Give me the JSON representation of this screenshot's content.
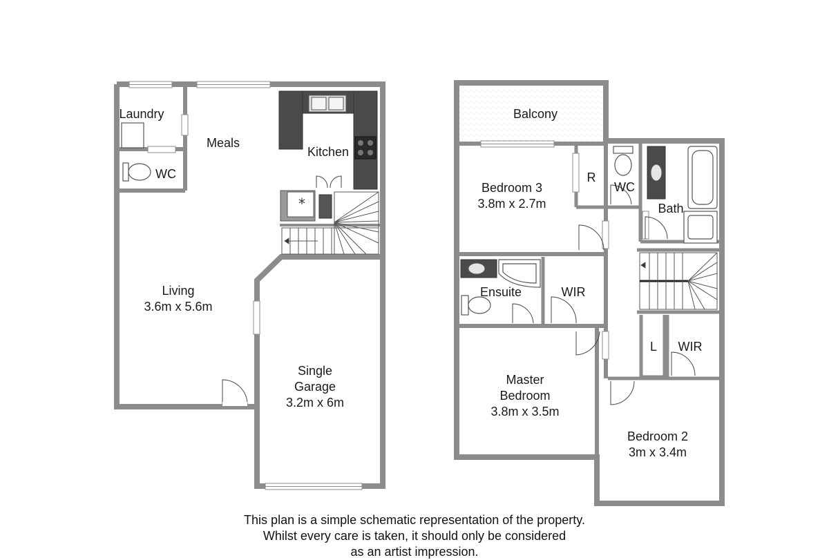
{
  "ground_floor": {
    "rooms": {
      "laundry": "Laundry",
      "wc": "WC",
      "meals": "Meals",
      "kitchen": "Kitchen",
      "living": "Living",
      "living_size": "3.6m x 5.6m",
      "garage_line1": "Single",
      "garage_line2": "Garage",
      "garage_size": "3.2m x 6m"
    }
  },
  "first_floor": {
    "rooms": {
      "balcony": "Balcony",
      "bedroom3": "Bedroom 3",
      "bedroom3_size": "3.8m x 2.7m",
      "robe": "R",
      "wc": "WC",
      "bath": "Bath",
      "ensuite": "Ensuite",
      "wir_master": "WIR",
      "master_line1": "Master",
      "master_line2": "Bedroom",
      "master_size": "3.8m x 3.5m",
      "linen": "L",
      "wir_bed2": "WIR",
      "bedroom2": "Bedroom 2",
      "bedroom2_size": "3m x 3.4m"
    }
  },
  "disclaimer": {
    "line1": "This plan is a simple schematic representation of the property.",
    "line2": "Whilst every care is taken, it should only be considered",
    "line3": "as an artist impression."
  }
}
